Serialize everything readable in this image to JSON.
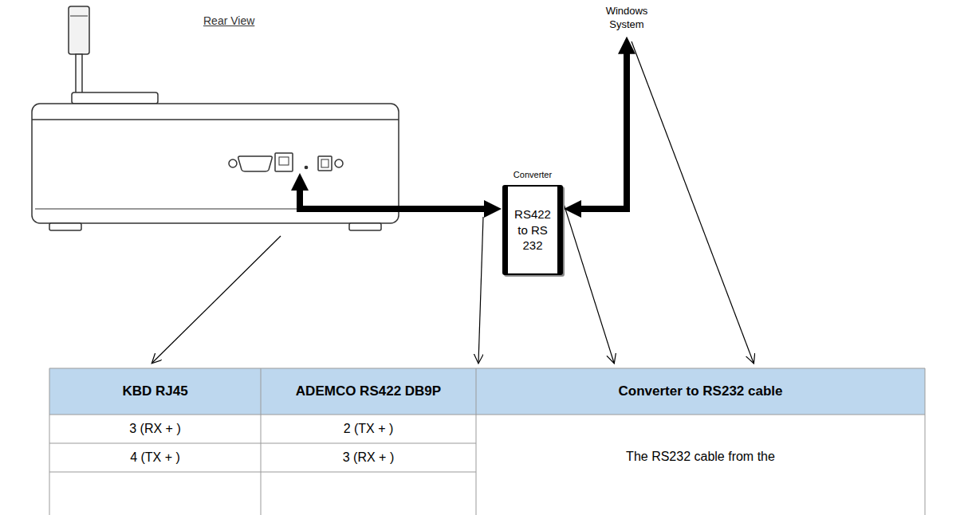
{
  "diagram": {
    "nodes": [
      {
        "text": [
          "Rear View"
        ]
      },
      {
        "text": [
          "Converter",
          "RS422 to RS 232"
        ]
      },
      {
        "text": [
          "Windows System"
        ]
      }
    ],
    "edges": [
      {
        "from": 0,
        "to": 1,
        "arrow": "both"
      },
      {
        "from": 1,
        "to": 2,
        "arrow": "both"
      }
    ],
    "labels": [
      "KBD RJ45",
      "ADEMCO RS422 DB9P",
      "Converter to RS232 cable",
      "3 (RX + )",
      "2 (TX + )",
      "4 (TX + )",
      "3 (RX + )",
      "The RS232 cable from the"
    ]
  }
}
